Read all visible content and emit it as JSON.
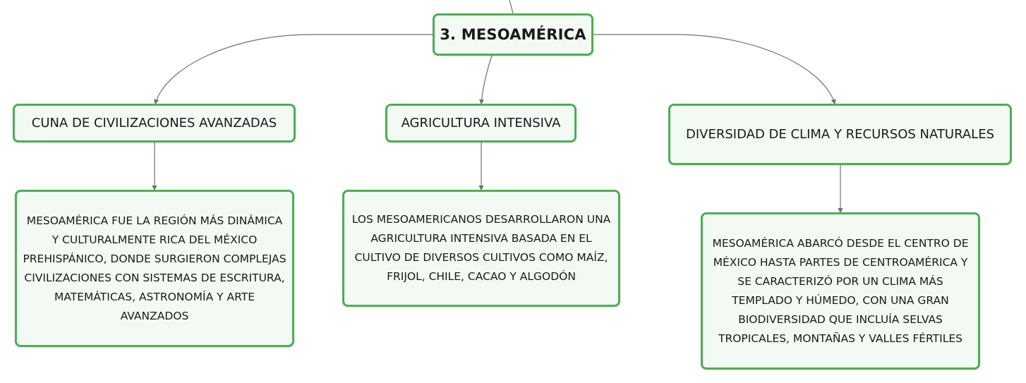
{
  "root": {
    "label": "3. MESOAMÉRICA"
  },
  "branches": [
    {
      "label": "CUNA DE CIVILIZACIONES AVANZADAS",
      "detail": "MESOAMÉRICA FUE LA REGIÓN MÁS DINÁMICA Y CULTURALMENTE RICA DEL MÉXICO PREHISPÁNICO, DONDE SURGIERON COMPLEJAS CIVILIZACIONES CON SISTEMAS DE ESCRITURA, MATEMÁTICAS, ASTRONOMÍA Y ARTE AVANZADOS"
    },
    {
      "label": "AGRICULTURA INTENSIVA",
      "detail": "LOS MESOAMERICANOS DESARROLLARON UNA AGRICULTURA INTENSIVA BASADA EN EL CULTIVO DE DIVERSOS CULTIVOS COMO MAÍZ, FRIJOL, CHILE, CACAO Y ALGODÓN"
    },
    {
      "label": "DIVERSIDAD DE CLIMA Y RECURSOS NATURALES",
      "detail": "MESOAMÉRICA ABARCÓ DESDE EL CENTRO DE MÉXICO HASTA PARTES DE CENTROAMÉRICA Y SE CARACTERIZÓ POR UN CLIMA MÁS TEMPLADO Y HÚMEDO, CON UNA GRAN BIODIVERSIDAD QUE INCLUÍA SELVAS TROPICALES, MONTAÑAS Y VALLES FÉRTILES"
    }
  ],
  "colors": {
    "node_border": "#4caf57",
    "node_fill": "#f3faf3",
    "connector": "#707070"
  }
}
